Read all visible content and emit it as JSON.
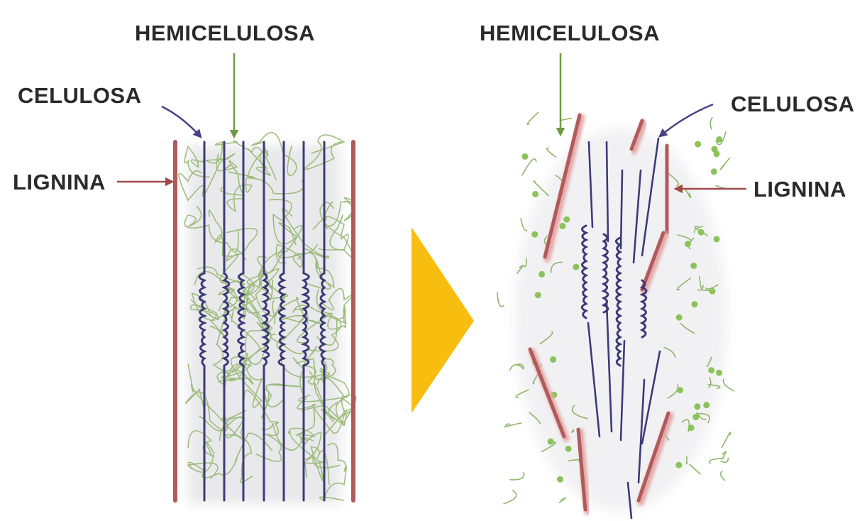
{
  "left_panel": {
    "labels": {
      "hemicellulose": "HEMICELULOSA",
      "cellulose": "CELULOSA",
      "lignin": "LIGNINA"
    }
  },
  "right_panel": {
    "labels": {
      "hemicellulose": "HEMICELULOSA",
      "cellulose": "CELULOSA",
      "lignin": "LIGNINA"
    }
  },
  "colors": {
    "lignin": "#b15a5a",
    "cellulose": "#3d3a78",
    "hemicellulose": "#8fb56a",
    "arrow_cellulose": "#4a3f86",
    "arrow_hemicellulose": "#6f9a45",
    "arrow_lignin": "#a04a48",
    "process_arrow": "#f7be0f",
    "fragment_dot": "#8cc25a"
  }
}
